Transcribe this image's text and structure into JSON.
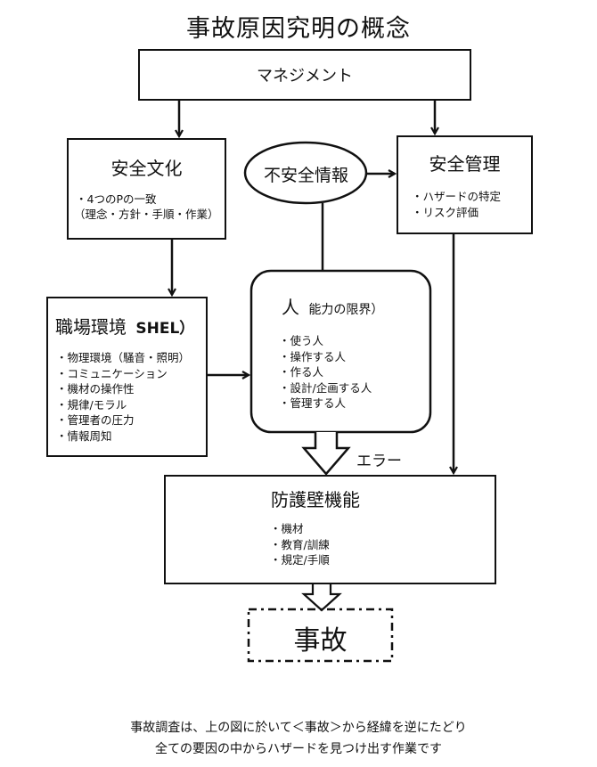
{
  "title": "事故原因究明の概念",
  "nodes": {
    "management": {
      "label": "マネジメント"
    },
    "safety_culture": {
      "title": "安全文化",
      "items": [
        "4つのPの一致",
        "（理念・方針・手順・作業）"
      ]
    },
    "unsafe_info": {
      "label": "不安全情報"
    },
    "safety_management": {
      "title": "安全管理",
      "items": [
        "ハザードの特定",
        "リスク評価"
      ]
    },
    "workplace": {
      "title": "職場環境",
      "title_suffix": "SHEL）",
      "items": [
        "物理環境（騒音・照明）",
        "コミュニケーション",
        "機材の操作性",
        "規律/モラル",
        "管理者の圧力",
        "情報周知"
      ]
    },
    "human": {
      "title": "人",
      "subtitle": "能力の限界）",
      "items": [
        "使う人",
        "操作する人",
        "作る人",
        "設計/企画する人",
        "管理する人"
      ]
    },
    "error": {
      "label": "エラー"
    },
    "barrier": {
      "title": "防護壁機能",
      "items": [
        "機材",
        "教育/訓練",
        "規定/手順"
      ]
    },
    "accident": {
      "label": "事故"
    }
  },
  "footer": {
    "line1": "事故調査は、上の図に於いて＜事故＞から経緯を逆にたどり",
    "line2": "全ての要因の中からハザードを見つけ出す作業です"
  }
}
